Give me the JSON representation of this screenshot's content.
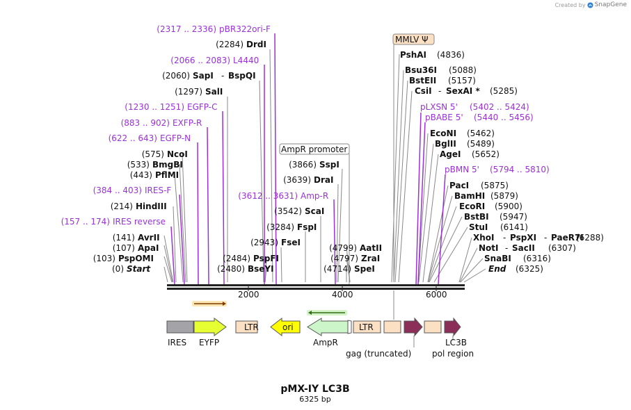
{
  "credit": {
    "prefix": "Created by",
    "brand": "SnapGene",
    "logo_icon": "snapgene-logo-icon"
  },
  "plasmid": {
    "name": "pMX-IY LC3B",
    "length_label": "6325 bp"
  },
  "ruler": {
    "ticks": [
      "2000",
      "4000",
      "6000"
    ]
  },
  "features": {
    "ires": "IRES",
    "eyfp": "EYFP",
    "ltr1": "LTR",
    "ori": "ori",
    "ampr": "AmpR",
    "ltr2": "LTR",
    "gag": "gag (truncated)",
    "pol": "pol region",
    "lc3b": "LC3B",
    "mmlv": "MMLV Ψ",
    "ampr_promoter": "AmpR promoter"
  },
  "left_labels": [
    {
      "pos": "(2317 .. 2336)",
      "name": "pBR322ori-F",
      "primer": true
    },
    {
      "pos": "(2284)",
      "name": "DrdI"
    },
    {
      "pos": "(2066 .. 2083)",
      "name": "L4440",
      "primer": true
    },
    {
      "pos": "(2060)",
      "name": "SapI",
      "name2": "BspQI"
    },
    {
      "pos": "(1297)",
      "name": "SalI"
    },
    {
      "pos": "(1230 .. 1251)",
      "name": "EGFP-C",
      "primer": true
    },
    {
      "pos": "(883 .. 902)",
      "name": "EXFP-R",
      "primer": true
    },
    {
      "pos": "(622 .. 643)",
      "name": "EGFP-N",
      "primer": true
    },
    {
      "pos": "(575)",
      "name": "NcoI"
    },
    {
      "pos": "(533)",
      "name": "BmgBI"
    },
    {
      "pos": "(443)",
      "name": "PflMI"
    },
    {
      "pos": "(384 .. 403)",
      "name": "IRES-F",
      "primer": true
    },
    {
      "pos": "(214)",
      "name": "HindIII"
    },
    {
      "pos": "(157 .. 174)",
      "name": "IRES reverse",
      "primer": true
    },
    {
      "pos": "(141)",
      "name": "AvrII"
    },
    {
      "pos": "(107)",
      "name": "ApaI"
    },
    {
      "pos": "(103)",
      "name": "PspOMI"
    },
    {
      "pos": "(0)",
      "name": "Start",
      "italic": true
    }
  ],
  "mid_labels": [
    {
      "pos": "(3866)",
      "name": "SspI"
    },
    {
      "pos": "(3639)",
      "name": "DraI"
    },
    {
      "pos": "(3612 .. 3631)",
      "name": "Amp-R",
      "primer": true
    },
    {
      "pos": "(3542)",
      "name": "ScaI"
    },
    {
      "pos": "(3284)",
      "name": "FspI"
    },
    {
      "pos": "(2943)",
      "name": "FseI"
    },
    {
      "pos": "(2484)",
      "name": "PspFI"
    },
    {
      "pos": "(2480)",
      "name": "BseYI"
    },
    {
      "pos": "(4799)",
      "name": "AatII"
    },
    {
      "pos": "(4797)",
      "name": "ZraI"
    },
    {
      "pos": "(4714)",
      "name": "SpeI"
    }
  ],
  "right_labels": [
    {
      "name": "PshAI",
      "pos": "(4836)"
    },
    {
      "name": "Bsu36I",
      "pos": "(5088)"
    },
    {
      "name": "BstEII",
      "pos": "(5157)"
    },
    {
      "name": "CsiI",
      "name2": "SexAI *",
      "pos": "(5285)"
    },
    {
      "name": "pLXSN 5'",
      "pos": "(5402 .. 5424)",
      "primer": true
    },
    {
      "name": "pBABE 5'",
      "pos": "(5440 .. 5456)",
      "primer": true
    },
    {
      "name": "EcoNI",
      "pos": "(5462)"
    },
    {
      "name": "BglII",
      "pos": "(5489)"
    },
    {
      "name": "AgeI",
      "pos": "(5652)"
    },
    {
      "name": "pBMN 5'",
      "pos": "(5794 .. 5810)",
      "primer": true
    },
    {
      "name": "PacI",
      "pos": "(5875)"
    },
    {
      "name": "BamHI",
      "pos": "(5879)"
    },
    {
      "name": "EcoRI",
      "pos": "(5900)"
    },
    {
      "name": "BstBI",
      "pos": "(5947)"
    },
    {
      "name": "StuI",
      "pos": "(6141)"
    },
    {
      "name": "XhoI",
      "name2": "PspXI",
      "name3": "PaeR7I",
      "pos": "(6288)"
    },
    {
      "name": "NotI",
      "name2": "SacII",
      "pos": "(6307)"
    },
    {
      "name": "SnaBI",
      "pos": "(6316)"
    },
    {
      "name": "End",
      "pos": "(6325)",
      "italic": true
    }
  ],
  "colors": {
    "primer": "#9b30d9",
    "eyfp": "#e6ff33",
    "ires": "#a3a3a8",
    "ltr": "#fce0c4",
    "ori": "#ffff00",
    "ampr": "#ccf5c9",
    "lc3b": "#8b2f59",
    "mmlv": "#fce0c4",
    "orange_arrow": "#f5a623",
    "green_arrow": "#3f8a1f"
  }
}
